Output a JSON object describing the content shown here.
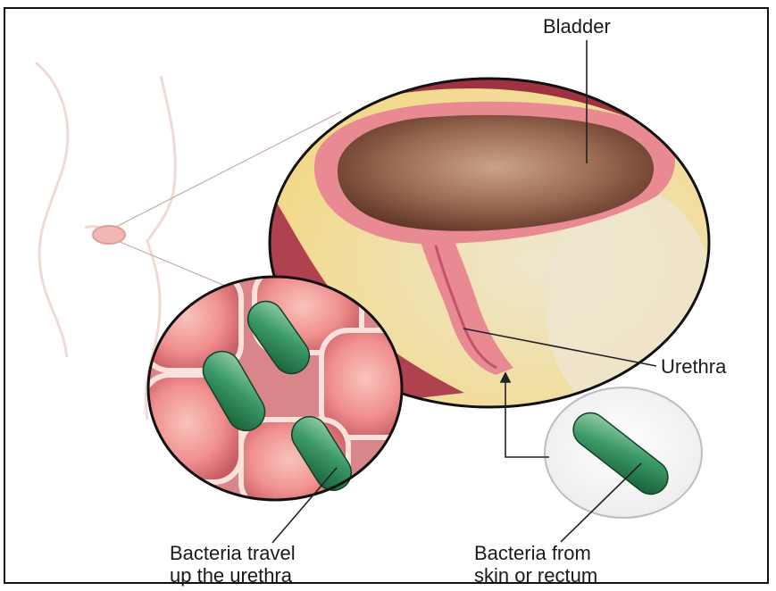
{
  "labels": {
    "bladder": "Bladder",
    "urethra": "Urethra",
    "travel_line1": "Bacteria travel",
    "travel_line2": "up the urethra",
    "source_line1": "Bacteria from",
    "source_line2": "skin or rectum"
  },
  "colors": {
    "frame": "#111111",
    "body_outline": "#f1d9d6",
    "bladder_wall": "#e98a93",
    "bladder_lumen": "#7b4a38",
    "fat_tissue": "#f4e3a8",
    "cell": "#f08f8f",
    "bacteria": "#2f8a5c",
    "leader_line": "#222222"
  }
}
